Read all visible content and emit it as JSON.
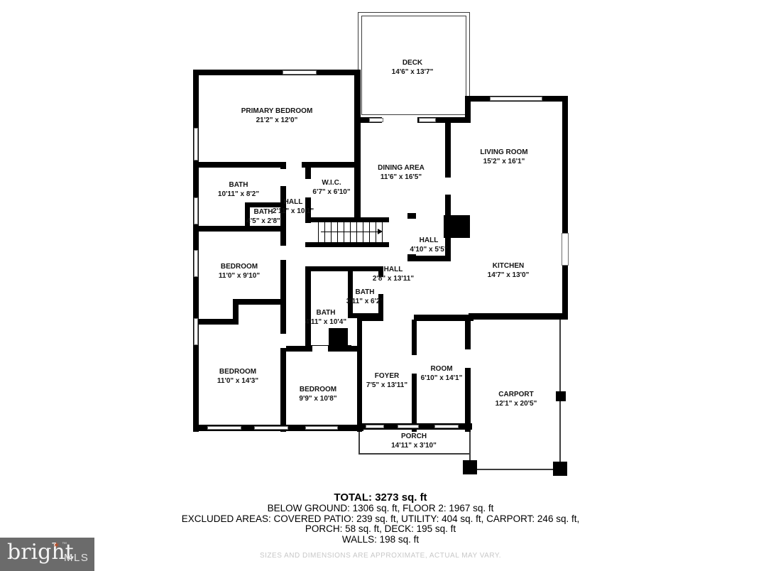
{
  "plan": {
    "rooms": [
      {
        "name": "DECK",
        "dims": "14'6\" x 13'7\""
      },
      {
        "name": "PRIMARY BEDROOM",
        "dims": "21'2\" x 12'0\""
      },
      {
        "name": "LIVING ROOM",
        "dims": "15'2\" x 16'1\""
      },
      {
        "name": "DINING AREA",
        "dims": "11'6\" x 16'5\""
      },
      {
        "name": "BATH",
        "dims": "10'11\" x 8'2\""
      },
      {
        "name": "BATH",
        "dims": "4'5\" x 2'8\""
      },
      {
        "name": "HALL",
        "dims": "2'11\" x 10'1\""
      },
      {
        "name": "W.I.C.",
        "dims": "6'7\" x 6'10\""
      },
      {
        "name": "HALL",
        "dims": "4'10\" x 5'5\""
      },
      {
        "name": "KITCHEN",
        "dims": "14'7\" x 13'0\""
      },
      {
        "name": "HALL",
        "dims": "2'8\" x 13'11\""
      },
      {
        "name": "BATH",
        "dims": "3'11\" x 6'2\""
      },
      {
        "name": "BATH",
        "dims": "4'11\" x 10'4\""
      },
      {
        "name": "BEDROOM",
        "dims": "11'0\" x 9'10\""
      },
      {
        "name": "BEDROOM",
        "dims": "11'0\" x 14'3\""
      },
      {
        "name": "BEDROOM",
        "dims": "9'9\" x 10'8\""
      },
      {
        "name": "FOYER",
        "dims": "7'5\" x 13'11\""
      },
      {
        "name": "ROOM",
        "dims": "6'10\" x 14'1\""
      },
      {
        "name": "CARPORT",
        "dims": "12'1\" x 20'5\""
      },
      {
        "name": "PORCH",
        "dims": "14'11\" x 3'10\""
      }
    ]
  },
  "summary": {
    "total": "TOTAL: 3273 sq. ft",
    "line2": "BELOW GROUND: 1306 sq. ft, FLOOR 2: 1967 sq. ft",
    "line3": "EXCLUDED AREAS: COVERED PATIO: 239 sq. ft, UTILITY: 404 sq. ft, CARPORT: 246 sq. ft,",
    "line4": "PORCH: 58 sq. ft, DECK: 195 sq. ft",
    "line5": "WALLS: 198 sq. ft"
  },
  "disclaimer": "SIZES AND DIMENSIONS ARE APPROXIMATE, ACTUAL MAY VARY.",
  "logo": {
    "brand": "bright",
    "star": "✶",
    "tm": "™",
    "suffix": "MLS",
    "box_color": "#6b6b6b",
    "star_color": "#b5502c"
  }
}
